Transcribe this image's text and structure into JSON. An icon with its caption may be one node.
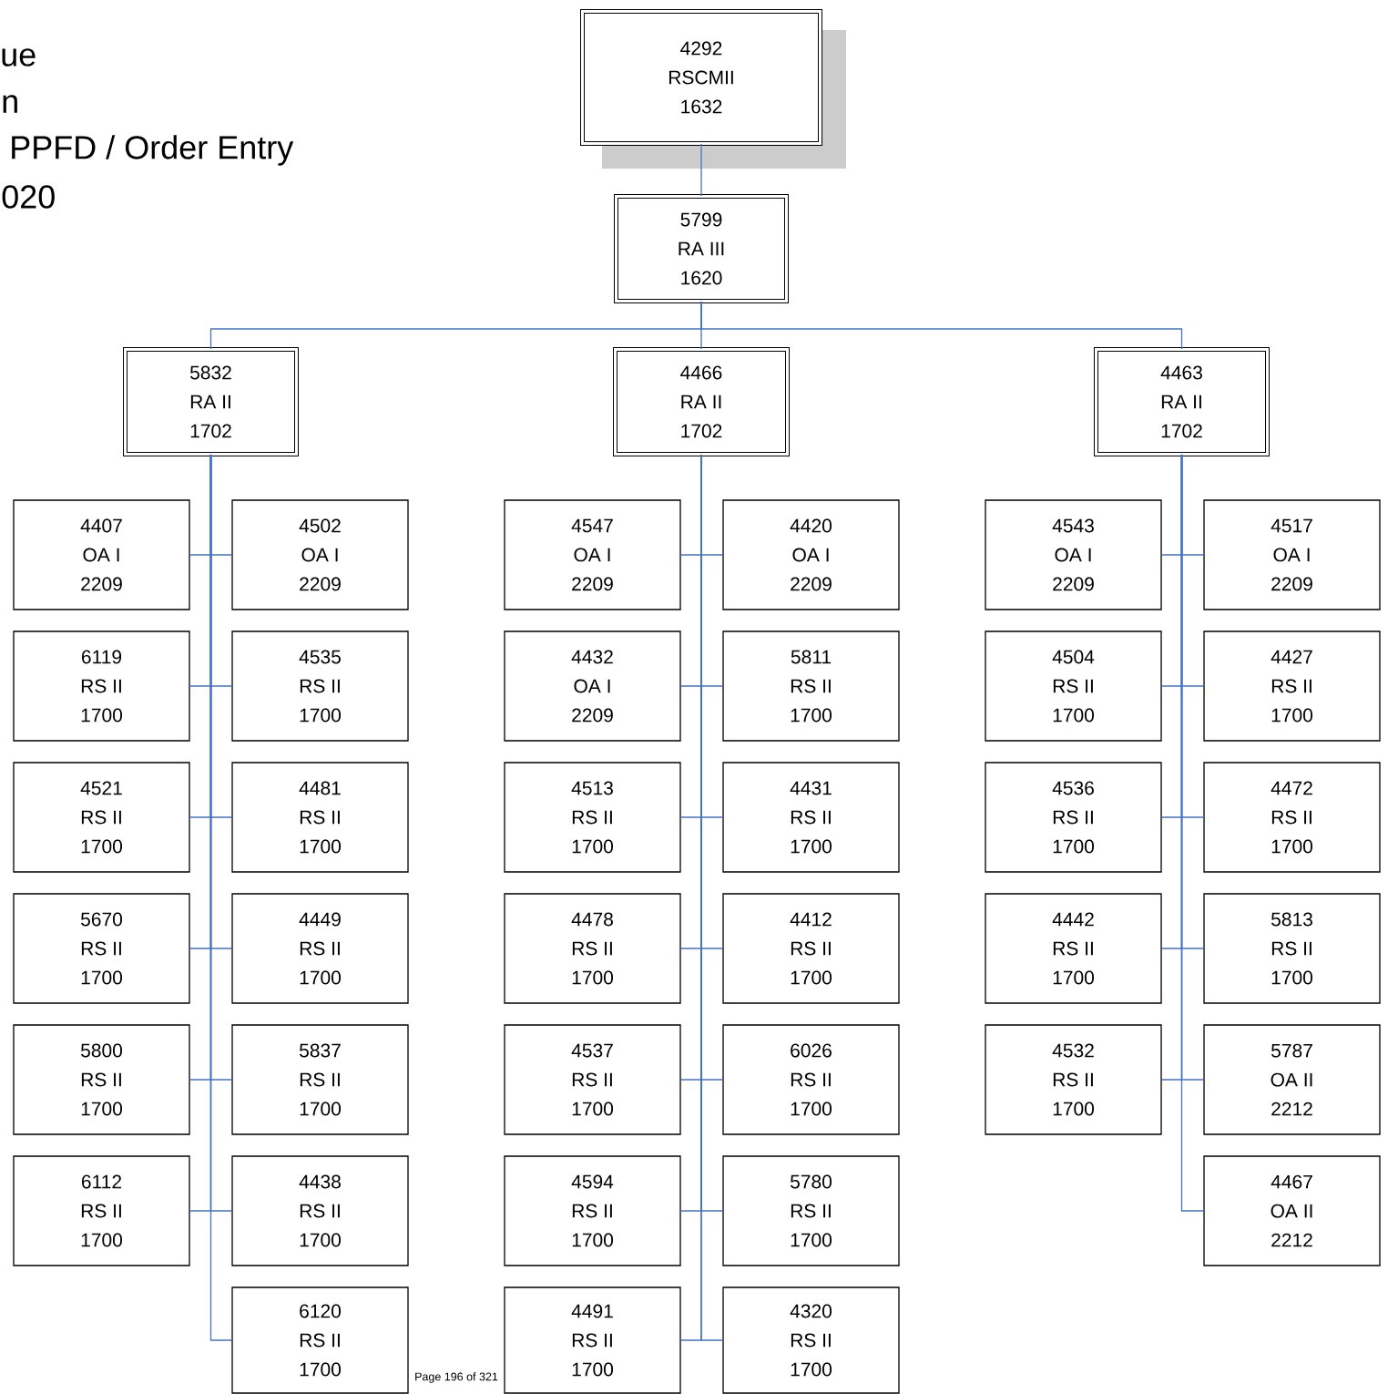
{
  "diagram": {
    "nodes": [
      {
        "text": [
          "4292",
          "RSCMII",
          "1632"
        ]
      },
      {
        "text": [
          "5799",
          "RA III",
          "1620"
        ]
      },
      {
        "text": [
          "5832",
          "RA II",
          "1702"
        ]
      },
      {
        "text": [
          "4466",
          "RA II",
          "1702"
        ]
      },
      {
        "text": [
          "4463",
          "RA II",
          "1702"
        ]
      },
      {
        "text": [
          "4407",
          "OA I",
          "2209"
        ]
      },
      {
        "text": [
          "4502",
          "OA I",
          "2209"
        ]
      },
      {
        "text": [
          "6119",
          "RS II",
          "1700"
        ]
      },
      {
        "text": [
          "4535",
          "RS II",
          "1700"
        ]
      },
      {
        "text": [
          "4521",
          "RS II",
          "1700"
        ]
      },
      {
        "text": [
          "4481",
          "RS II",
          "1700"
        ]
      },
      {
        "text": [
          "5670",
          "RS II",
          "1700"
        ]
      },
      {
        "text": [
          "4449",
          "RS II",
          "1700"
        ]
      },
      {
        "text": [
          "5800",
          "RS II",
          "1700"
        ]
      },
      {
        "text": [
          "5837",
          "RS II",
          "1700"
        ]
      },
      {
        "text": [
          "6112",
          "RS II",
          "1700"
        ]
      },
      {
        "text": [
          "4438",
          "RS II",
          "1700"
        ]
      },
      {
        "text": [
          "6120",
          "RS II",
          "1700"
        ]
      },
      {
        "text": [
          "4547",
          "OA I",
          "2209"
        ]
      },
      {
        "text": [
          "4420",
          "OA I",
          "2209"
        ]
      },
      {
        "text": [
          "4432",
          "OA I",
          "2209"
        ]
      },
      {
        "text": [
          "5811",
          "RS II",
          "1700"
        ]
      },
      {
        "text": [
          "4513",
          "RS II",
          "1700"
        ]
      },
      {
        "text": [
          "4431",
          "RS II",
          "1700"
        ]
      },
      {
        "text": [
          "4478",
          "RS II",
          "1700"
        ]
      },
      {
        "text": [
          "4412",
          "RS II",
          "1700"
        ]
      },
      {
        "text": [
          "4537",
          "RS II",
          "1700"
        ]
      },
      {
        "text": [
          "6026",
          "RS II",
          "1700"
        ]
      },
      {
        "text": [
          "4594",
          "RS II",
          "1700"
        ]
      },
      {
        "text": [
          "5780",
          "RS II",
          "1700"
        ]
      },
      {
        "text": [
          "4491",
          "RS II",
          "1700"
        ]
      },
      {
        "text": [
          "4320",
          "RS II",
          "1700"
        ]
      },
      {
        "text": [
          "4543",
          "OA I",
          "2209"
        ]
      },
      {
        "text": [
          "4517",
          "OA I",
          "2209"
        ]
      },
      {
        "text": [
          "4504",
          "RS II",
          "1700"
        ]
      },
      {
        "text": [
          "4427",
          "RS II",
          "1700"
        ]
      },
      {
        "text": [
          "4536",
          "RS II",
          "1700"
        ]
      },
      {
        "text": [
          "4472",
          "RS II",
          "1700"
        ]
      },
      {
        "text": [
          "4442",
          "RS II",
          "1700"
        ]
      },
      {
        "text": [
          "5813",
          "RS II",
          "1700"
        ]
      },
      {
        "text": [
          "4532",
          "RS II",
          "1700"
        ]
      },
      {
        "text": [
          "5787",
          "OA II",
          "2212"
        ]
      },
      {
        "text": [
          "4467",
          "OA II",
          "2212"
        ]
      }
    ],
    "edges": [
      {
        "from": 0,
        "to": 1,
        "arrow": "none"
      },
      {
        "from": 1,
        "to": 2,
        "arrow": "none"
      },
      {
        "from": 1,
        "to": 3,
        "arrow": "none"
      },
      {
        "from": 1,
        "to": 4,
        "arrow": "none"
      },
      {
        "from": 2,
        "to": 5,
        "arrow": "none"
      },
      {
        "from": 2,
        "to": 6,
        "arrow": "none"
      },
      {
        "from": 2,
        "to": 7,
        "arrow": "none"
      },
      {
        "from": 2,
        "to": 8,
        "arrow": "none"
      },
      {
        "from": 2,
        "to": 9,
        "arrow": "none"
      },
      {
        "from": 2,
        "to": 10,
        "arrow": "none"
      },
      {
        "from": 2,
        "to": 11,
        "arrow": "none"
      },
      {
        "from": 2,
        "to": 12,
        "arrow": "none"
      },
      {
        "from": 2,
        "to": 13,
        "arrow": "none"
      },
      {
        "from": 2,
        "to": 14,
        "arrow": "none"
      },
      {
        "from": 2,
        "to": 15,
        "arrow": "none"
      },
      {
        "from": 2,
        "to": 16,
        "arrow": "none"
      },
      {
        "from": 2,
        "to": 17,
        "arrow": "none"
      },
      {
        "from": 3,
        "to": 18,
        "arrow": "none"
      },
      {
        "from": 3,
        "to": 19,
        "arrow": "none"
      },
      {
        "from": 3,
        "to": 20,
        "arrow": "none"
      },
      {
        "from": 3,
        "to": 21,
        "arrow": "none"
      },
      {
        "from": 3,
        "to": 22,
        "arrow": "none"
      },
      {
        "from": 3,
        "to": 23,
        "arrow": "none"
      },
      {
        "from": 3,
        "to": 24,
        "arrow": "none"
      },
      {
        "from": 3,
        "to": 25,
        "arrow": "none"
      },
      {
        "from": 3,
        "to": 26,
        "arrow": "none"
      },
      {
        "from": 3,
        "to": 27,
        "arrow": "none"
      },
      {
        "from": 3,
        "to": 28,
        "arrow": "none"
      },
      {
        "from": 3,
        "to": 29,
        "arrow": "none"
      },
      {
        "from": 3,
        "to": 30,
        "arrow": "none"
      },
      {
        "from": 3,
        "to": 31,
        "arrow": "none"
      },
      {
        "from": 4,
        "to": 32,
        "arrow": "none"
      },
      {
        "from": 4,
        "to": 33,
        "arrow": "none"
      },
      {
        "from": 4,
        "to": 34,
        "arrow": "none"
      },
      {
        "from": 4,
        "to": 35,
        "arrow": "none"
      },
      {
        "from": 4,
        "to": 36,
        "arrow": "none"
      },
      {
        "from": 4,
        "to": 37,
        "arrow": "none"
      },
      {
        "from": 4,
        "to": 38,
        "arrow": "none"
      },
      {
        "from": 4,
        "to": 39,
        "arrow": "none"
      },
      {
        "from": 4,
        "to": 40,
        "arrow": "none"
      },
      {
        "from": 4,
        "to": 41,
        "arrow": "none"
      },
      {
        "from": 4,
        "to": 42,
        "arrow": "none"
      }
    ],
    "labels": [
      "ue",
      "n",
      "PPFD / Order Entry",
      "020",
      "Page 196 of 321"
    ]
  }
}
